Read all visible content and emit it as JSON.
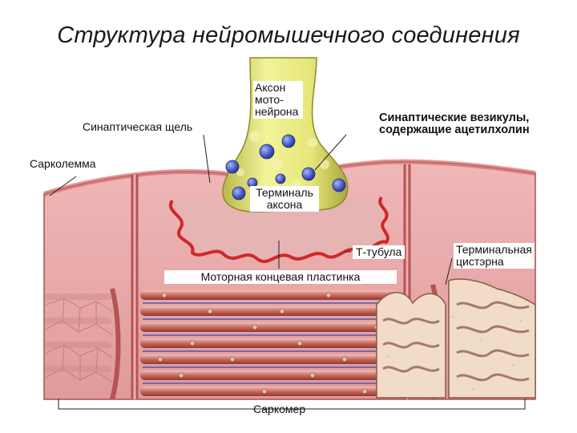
{
  "title": "Структура нейромышечного соединения",
  "labels": {
    "axon": [
      "Аксон",
      "мото-",
      "нейрона"
    ],
    "synaptic_cleft": "Синаптическая щель",
    "sarcolemma": "Сарколемма",
    "vesicles": [
      "Синаптические везикулы,",
      "содержащие ацетилхолин"
    ],
    "terminal": [
      "Терминаль",
      "аксона"
    ],
    "t_tubule": "Т-тубула",
    "cistern": [
      "Терминальная",
      "цистэрна"
    ],
    "endplate": "Моторная концевая пластинка",
    "sarcomere": "Саркомер"
  },
  "colors": {
    "muscle": "#e8a4a4",
    "muscle_dark": "#b85c5c",
    "axon": "#ecec86",
    "vesicle": "#4a5ec8",
    "membrane": "#cc2a2a"
  }
}
